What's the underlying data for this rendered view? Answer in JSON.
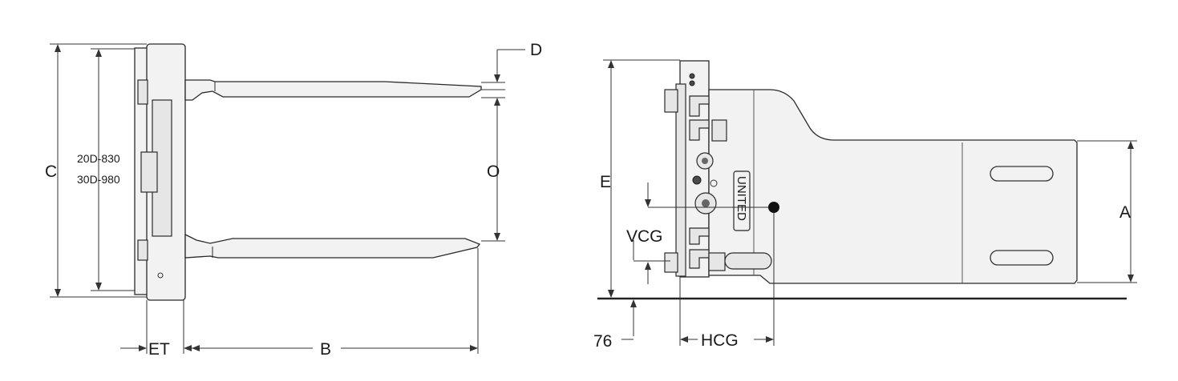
{
  "labels": {
    "c": "C",
    "model_a": "20D-830",
    "model_b": "30D-980",
    "d": "D",
    "o": "O",
    "et": "ET",
    "b": "B",
    "e": "E",
    "vcg": "VCG",
    "a": "A",
    "hcg": "HCG",
    "ground_clearance": "76",
    "brand": "UNITED"
  },
  "colors": {
    "line": "#2a2a2a",
    "fill": "#f2f2f2",
    "text": "#1a1a1a"
  }
}
